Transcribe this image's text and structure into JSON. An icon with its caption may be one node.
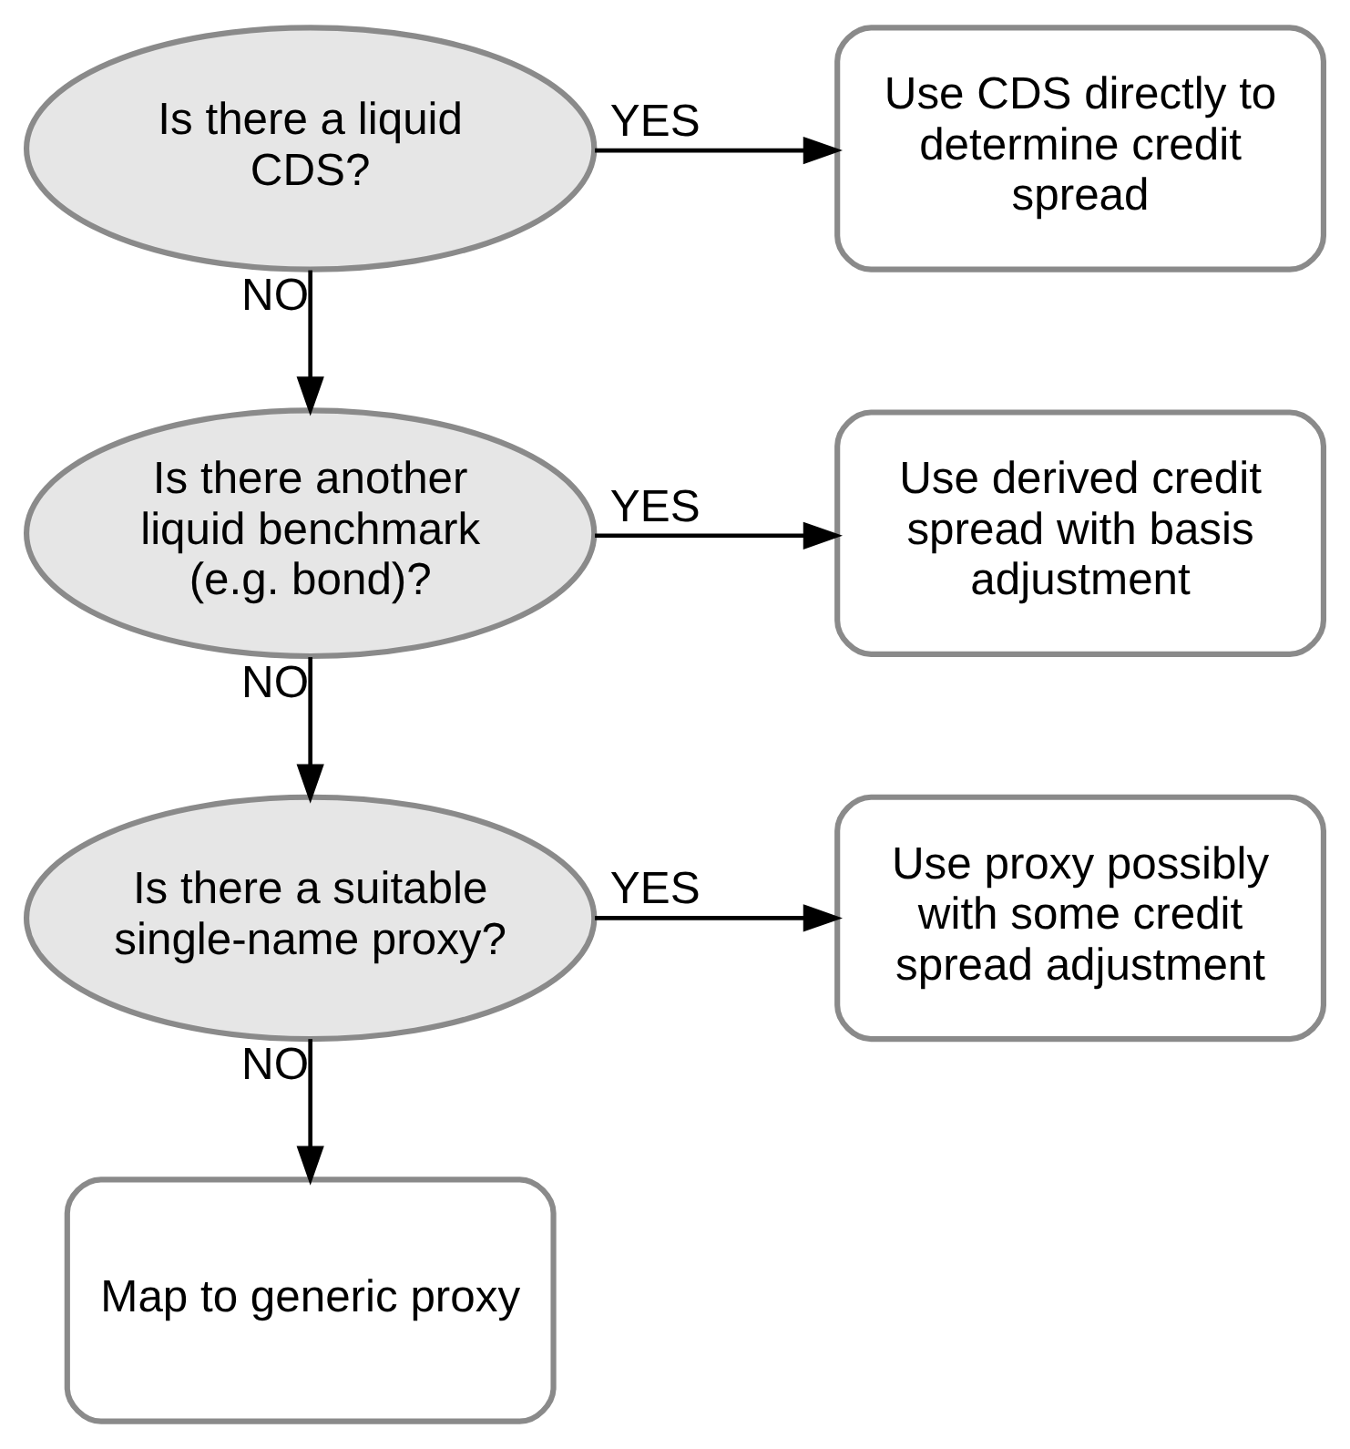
{
  "diagram": {
    "nodes": [
      {
        "text": [
          "Is there a liquid CDS?"
        ]
      },
      {
        "text": [
          "Use CDS directly to determine credit spread"
        ]
      },
      {
        "text": [
          "Is there another liquid benchmark (e.g. bond)?"
        ]
      },
      {
        "text": [
          "Use derived credit spread with basis adjustment"
        ]
      },
      {
        "text": [
          "Is there a suitable single-name proxy?"
        ]
      },
      {
        "text": [
          "Use proxy possibly with some credit spread adjustment"
        ]
      },
      {
        "text": [
          "Map to generic proxy"
        ]
      }
    ],
    "edges": [
      {
        "from": 0,
        "to": 1,
        "arrow": "to",
        "label": "YES"
      },
      {
        "from": 0,
        "to": 2,
        "arrow": "to",
        "label": "NO"
      },
      {
        "from": 2,
        "to": 3,
        "arrow": "to",
        "label": "YES"
      },
      {
        "from": 2,
        "to": 4,
        "arrow": "to",
        "label": "NO"
      },
      {
        "from": 4,
        "to": 5,
        "arrow": "to",
        "label": "YES"
      },
      {
        "from": 4,
        "to": 6,
        "arrow": "to",
        "label": "NO"
      }
    ]
  }
}
